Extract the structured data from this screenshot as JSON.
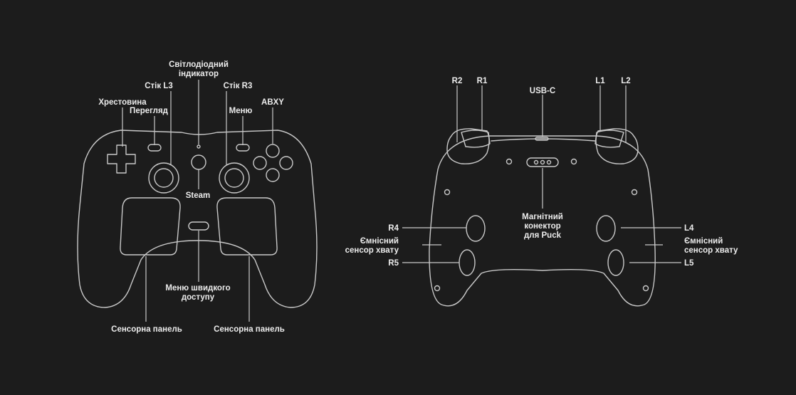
{
  "colors": {
    "background": "#1c1c1c",
    "line": "#c9c9c9",
    "text": "#ececec"
  },
  "front_view": {
    "labels": {
      "dpad": "Хрестовина",
      "view": "Перегляд",
      "stick_l3": "Стік L3",
      "led_line1": "Світлодіодний",
      "led_line2": "індикатор",
      "stick_r3": "Стік R3",
      "menu": "Меню",
      "abxy": "ABXY",
      "steam": "Steam",
      "quick_menu_line1": "Меню швидкого",
      "quick_menu_line2": "доступу",
      "trackpad_left": "Сенсорна панель",
      "trackpad_right": "Сенсорна панель"
    }
  },
  "back_view": {
    "labels": {
      "r2": "R2",
      "r1": "R1",
      "usb_c": "USB-C",
      "l1": "L1",
      "l2": "L2",
      "r4": "R4",
      "grip_left_line1": "Ємнісний",
      "grip_left_line2": "сенсор хвату",
      "r5": "R5",
      "puck_line1": "Магнітний",
      "puck_line2": "конектор",
      "puck_line3": "для Puck",
      "l4": "L4",
      "grip_right_line1": "Ємнісний",
      "grip_right_line2": "сенсор хвату",
      "l5": "L5"
    }
  }
}
